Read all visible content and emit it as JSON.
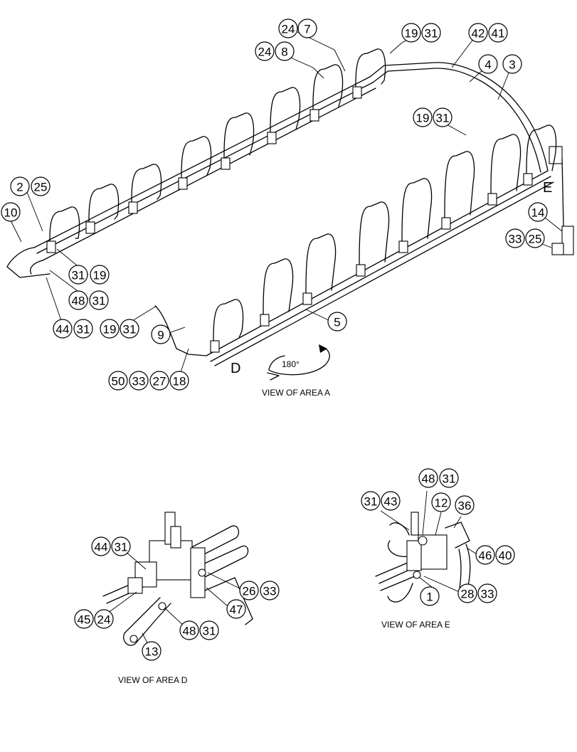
{
  "view_labels": {
    "area_a": "VIEW OF AREA  A",
    "area_d": "VIEW OF AREA  D",
    "area_e": "VIEW OF AREA  E"
  },
  "letters": {
    "d": "D",
    "e": "E"
  },
  "rotation": "180°",
  "callouts": {
    "c24a": "24",
    "c7": "7",
    "c24b": "24",
    "c8": "8",
    "c19a": "19",
    "c31a": "31",
    "c42": "42",
    "c41": "41",
    "c4": "4",
    "c3": "3",
    "c19b": "19",
    "c31b": "31",
    "c2": "2",
    "c25a": "25",
    "c10": "10",
    "c31c": "31",
    "c19c": "19",
    "c48a": "48",
    "c31d": "31",
    "c44a": "44",
    "c31e": "31",
    "c19d": "19",
    "c31f": "31",
    "c9": "9",
    "c5": "5",
    "c50": "50",
    "c33a": "33",
    "c27": "27",
    "c18": "18",
    "c14": "14",
    "c33b": "33",
    "c25b": "25",
    "c44b": "44",
    "c31g": "31",
    "c26": "26",
    "c33c": "33",
    "c47": "47",
    "c45": "45",
    "c24c": "24",
    "c48b": "48",
    "c31h": "31",
    "c13": "13",
    "c48c": "48",
    "c31i": "31",
    "c31j": "31",
    "c43": "43",
    "c12": "12",
    "c36": "36",
    "c46": "46",
    "c40": "40",
    "c1": "1",
    "c28": "28",
    "c33d": "33"
  }
}
